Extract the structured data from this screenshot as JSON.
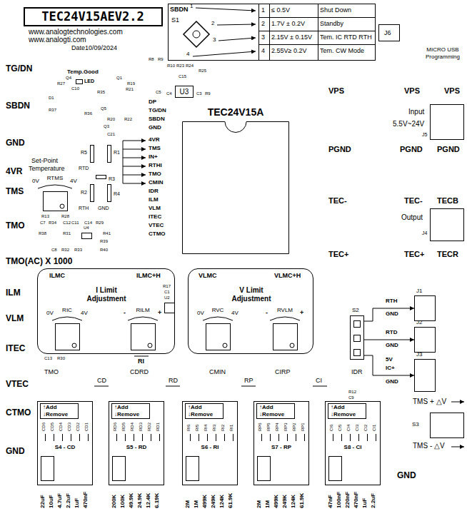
{
  "diagram": {
    "nodes": [
      {
        "text": [
          "TEC24V15AEV2.2"
        ]
      },
      {
        "text": [
          "J6"
        ]
      },
      {
        "text": [
          "U3"
        ]
      },
      {
        "text": [
          "TEC24V15A"
        ]
      },
      {
        "text": [
          "J5"
        ]
      },
      {
        "text": [
          "0V",
          "RTMS",
          "4V"
        ]
      },
      {
        "text": [
          "J4"
        ]
      },
      {
        "text": [
          "ILMC",
          "ILMC+H",
          "I Limit Adjustment"
        ]
      },
      {
        "text": [
          "0V",
          "RIC",
          "4V"
        ],
        "in": 7
      },
      {
        "text": [
          "-",
          "RILM",
          "+"
        ],
        "in": 7
      },
      {
        "text": [
          "VLMC",
          "VLMC+H",
          "V Limit Adjustment"
        ]
      },
      {
        "text": [
          "0V",
          "RVC",
          "4V"
        ],
        "in": 10
      },
      {
        "text": [
          "-",
          "RVLM",
          "+"
        ],
        "in": 10
      },
      {
        "text": [
          "S2"
        ]
      },
      {
        "text": [
          "J1"
        ]
      },
      {
        "text": [
          "J2"
        ]
      },
      {
        "text": [
          "J3"
        ]
      },
      {
        "text": [
          "S4 - CD"
        ]
      },
      {
        "text": [
          "↑Add",
          "↓Remove"
        ],
        "in": 17
      },
      {
        "text": [
          "S5 - RD"
        ]
      },
      {
        "text": [
          "↑Add",
          "↓Remove"
        ],
        "in": 19
      },
      {
        "text": [
          "S6 - RI"
        ]
      },
      {
        "text": [
          "↑Add",
          "↓Remove"
        ],
        "in": 21
      },
      {
        "text": [
          "S7 - RP"
        ]
      },
      {
        "text": [
          "↑Add",
          "↓Remove"
        ],
        "in": 23
      },
      {
        "text": [
          "S8 - CI"
        ]
      },
      {
        "text": [
          "↑Add",
          "↓Remove"
        ],
        "in": 25
      },
      {
        "text": [
          "S3"
        ]
      }
    ],
    "edges": [
      {
        "from": 13,
        "to": 14,
        "arrow": "to"
      },
      {
        "from": 13,
        "to": 15,
        "arrow": "to"
      },
      {
        "from": 13,
        "to": 16,
        "arrow": "to"
      }
    ],
    "labels": [
      "www.analogtechnologies.com",
      "www.analogti.com",
      "Date10/09/2024",
      "SBDN",
      "S1",
      "1",
      "2",
      "3",
      "4",
      "1",
      "≤ 0.5V",
      "Shut Down",
      "2",
      "1.7V ± 0.2V",
      "Standby",
      "3",
      "2.15V ± 0.15V",
      "Tem. IC RTD RTH",
      "4",
      "2.55V≥ 0.2V",
      "Tem. CW Mode",
      "MICRO USB",
      "Programming",
      "TG/DN",
      "SBDN",
      "GND",
      "4VR",
      "TMS",
      "TMO",
      "TMO(AC) X 1000",
      "ILM",
      "VLM",
      "ITEC",
      "VTEC",
      "CTMO",
      "GND",
      "R8",
      "R9",
      "R10",
      "R23",
      "R24",
      "R25",
      "C15",
      "C5",
      "C4",
      "C3",
      "R9",
      "Temp.Good",
      "Q4",
      "LED",
      "Q1",
      "R27",
      "R19",
      "C10",
      "R21",
      "R35",
      "D1",
      "R37",
      "Q5",
      "R36",
      "R20",
      "R22",
      "Q3",
      "C21",
      "DP",
      "TG/DN",
      "SBDN",
      "GND",
      "4VR",
      "TMS",
      "IN+",
      "RTHI",
      "TMO",
      "CMIN",
      "IDR",
      "ILM",
      "VLM",
      "ITEC",
      "VTEC",
      "CTMO",
      "R5",
      "R1",
      "RTD",
      "R3",
      "R2",
      "R4",
      "RTH",
      "GND",
      "Set-Point",
      "Temperature",
      "R13",
      "R28",
      "C7",
      "R34",
      "C12",
      "C11",
      "C14",
      "R29",
      "R38",
      "R31",
      "U4",
      "R41",
      "R39",
      "C8",
      "R32",
      "R33",
      "R40",
      "VPS",
      "VPS",
      "VPS",
      "Input",
      "5.5V~24V",
      "PGND",
      "PGND",
      "PGND",
      "TEC-",
      "TEC-",
      "TECB",
      "Output",
      "TEC+",
      "TEC+",
      "TECR",
      "R17",
      "C1",
      "U2",
      "C13",
      "R30",
      "RI",
      "TMO",
      "CDRD",
      "CMIN",
      "CIRP",
      "IDR",
      "CD",
      "RD",
      "RP",
      "CI",
      "RTH",
      "GND",
      "RTD",
      "GND",
      "5V",
      "IC+",
      "GND",
      "R12",
      "C9",
      "CD6",
      "CD5",
      "CD4",
      "CD3",
      "CD2",
      "CD1",
      "22uF",
      "10uF",
      "4.7uF",
      "2.2uF",
      "1uF",
      "470nF",
      "RD6",
      "RD5",
      "RD4",
      "RD3",
      "RD2",
      "RD1",
      "200K",
      "100K",
      "49.9K",
      "24.9K",
      "12.4K",
      "6.19K",
      "RI6",
      "RI5",
      "RI4",
      "RI3",
      "RI2",
      "RI1",
      "2M",
      "1M",
      "499K",
      "249K",
      "124K",
      "61.9K",
      "RP6",
      "RP5",
      "RP4",
      "RP3",
      "RP2",
      "RP1",
      "2M",
      "1M",
      "499K",
      "249K",
      "124K",
      "61.9K",
      "CI6",
      "CI5",
      "CI4",
      "CI3",
      "CI2",
      "CI1",
      "47nF",
      "100nF",
      "220nF",
      "470nF",
      "1uF",
      "2.2uF",
      "TMS + △V",
      "TMS - △V",
      "GND"
    ]
  }
}
